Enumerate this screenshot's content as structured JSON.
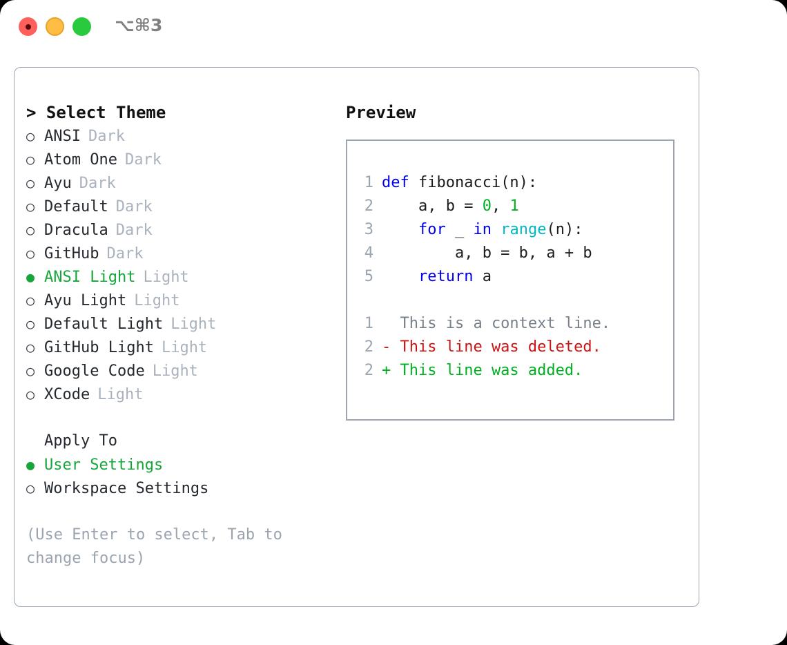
{
  "titlebar": {
    "shortcut": "⌥⌘3",
    "buttons": [
      {
        "name": "close",
        "color": "#ff605c"
      },
      {
        "name": "minimize",
        "color": "#ffbd44"
      },
      {
        "name": "maximize",
        "color": "#2aca3e"
      }
    ]
  },
  "theme_panel": {
    "header": "> Select Theme",
    "bullet_on": "●",
    "bullet_off": "○",
    "items": [
      {
        "name": "ANSI",
        "tag": "Dark",
        "selected": false
      },
      {
        "name": "Atom One",
        "tag": "Dark",
        "selected": false
      },
      {
        "name": "Ayu",
        "tag": "Dark",
        "selected": false
      },
      {
        "name": "Default",
        "tag": "Dark",
        "selected": false
      },
      {
        "name": "Dracula",
        "tag": "Dark",
        "selected": false
      },
      {
        "name": "GitHub",
        "tag": "Dark",
        "selected": false
      },
      {
        "name": "ANSI Light",
        "tag": "Light",
        "selected": true
      },
      {
        "name": "Ayu Light",
        "tag": "Light",
        "selected": false
      },
      {
        "name": "Default Light",
        "tag": "Light",
        "selected": false
      },
      {
        "name": "GitHub Light",
        "tag": "Light",
        "selected": false
      },
      {
        "name": "Google Code",
        "tag": "Light",
        "selected": false
      },
      {
        "name": "XCode",
        "tag": "Light",
        "selected": false
      }
    ]
  },
  "apply_to": {
    "header": "Apply To",
    "options": [
      {
        "label": "User Settings",
        "selected": true
      },
      {
        "label": "Workspace Settings",
        "selected": false
      }
    ]
  },
  "hint": "(Use Enter to select, Tab to change focus)",
  "preview": {
    "header": "Preview",
    "code_lines": [
      {
        "num": "1",
        "tokens": [
          {
            "t": "def ",
            "c": "tok-kw"
          },
          {
            "t": "fibonacci(n):",
            "c": "tok-plain"
          }
        ]
      },
      {
        "num": "2",
        "tokens": [
          {
            "t": "    a, b = ",
            "c": "tok-plain"
          },
          {
            "t": "0",
            "c": "tok-num"
          },
          {
            "t": ", ",
            "c": "tok-plain"
          },
          {
            "t": "1",
            "c": "tok-num"
          }
        ]
      },
      {
        "num": "3",
        "tokens": [
          {
            "t": "    ",
            "c": "tok-plain"
          },
          {
            "t": "for ",
            "c": "tok-kw"
          },
          {
            "t": "_ ",
            "c": "tok-plain"
          },
          {
            "t": "in ",
            "c": "tok-kw"
          },
          {
            "t": "range",
            "c": "tok-fn"
          },
          {
            "t": "(n):",
            "c": "tok-plain"
          }
        ]
      },
      {
        "num": "4",
        "tokens": [
          {
            "t": "        a, b = b, a + b",
            "c": "tok-plain"
          }
        ]
      },
      {
        "num": "5",
        "tokens": [
          {
            "t": "    ",
            "c": "tok-plain"
          },
          {
            "t": "return ",
            "c": "tok-kw"
          },
          {
            "t": "a",
            "c": "tok-plain"
          }
        ]
      }
    ],
    "diff_lines": [
      {
        "num": "1",
        "text": "  This is a context line.",
        "cls": "diff-ctx"
      },
      {
        "num": "2",
        "text": "- This line was deleted.",
        "cls": "diff-del"
      },
      {
        "num": "2",
        "text": "+ This line was added.",
        "cls": "diff-add"
      }
    ]
  },
  "colors": {
    "accent_green": "#17a63a",
    "muted": "#9aa5b1",
    "keyword_blue": "#0000ee",
    "number_green": "#00b020",
    "function_cyan": "#00b7c3",
    "diff_delete": "#cc1212",
    "diff_add": "#00b020",
    "border": "#9aa5b1"
  }
}
